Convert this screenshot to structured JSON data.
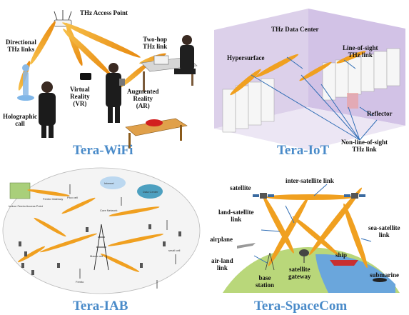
{
  "panels": {
    "wifi": {
      "title": "Tera-WiFi",
      "labels": {
        "access_point": "THz Access Point",
        "directional": [
          "Directional",
          "THz links"
        ],
        "two_hop": [
          "Two-hop",
          "THz link"
        ],
        "vr": [
          "Virtual",
          "Reality",
          "(VR)"
        ],
        "ar": [
          "Augmented",
          "Reality",
          "(AR)"
        ],
        "holographic": [
          "Holographic",
          "call"
        ]
      }
    },
    "iot": {
      "title": "Tera-IoT",
      "labels": {
        "datacenter": "THz Data Center",
        "hypersurface": "Hypersurface",
        "los": [
          "Line-of-sight",
          "THz link"
        ],
        "reflector": "Reflector",
        "nlos": [
          "Non-line-of-sight",
          "THz link"
        ]
      }
    },
    "iab": {
      "title": "Tera-IAB",
      "small": [
        "Internet",
        "Data Center",
        "Core Network",
        "Indoor Femto Access Point",
        "Femto Gateway",
        "Pico cell",
        "Macro cell",
        "small cell",
        "Femto"
      ]
    },
    "spacecom": {
      "title": "Tera-SpaceCom",
      "labels": {
        "satellite": "satellite",
        "intersat": "inter-satellite link",
        "land_sat": [
          "land-satellite",
          "link"
        ],
        "sea_sat": [
          "sea-satellite",
          "link"
        ],
        "airplane": "airplane",
        "air_land": [
          "air-land",
          "link"
        ],
        "base": [
          "base",
          "station"
        ],
        "gateway": [
          "satellite",
          "gateway"
        ],
        "ship": "ship",
        "submarine": "submarine"
      }
    }
  },
  "colors": {
    "title": "#4a8bc9",
    "beam": "#f0a020",
    "link_arrow": "#2f6db5",
    "wall": "#c9b6e0",
    "sea": "#6aa6dc",
    "land": "#b9d77a"
  }
}
